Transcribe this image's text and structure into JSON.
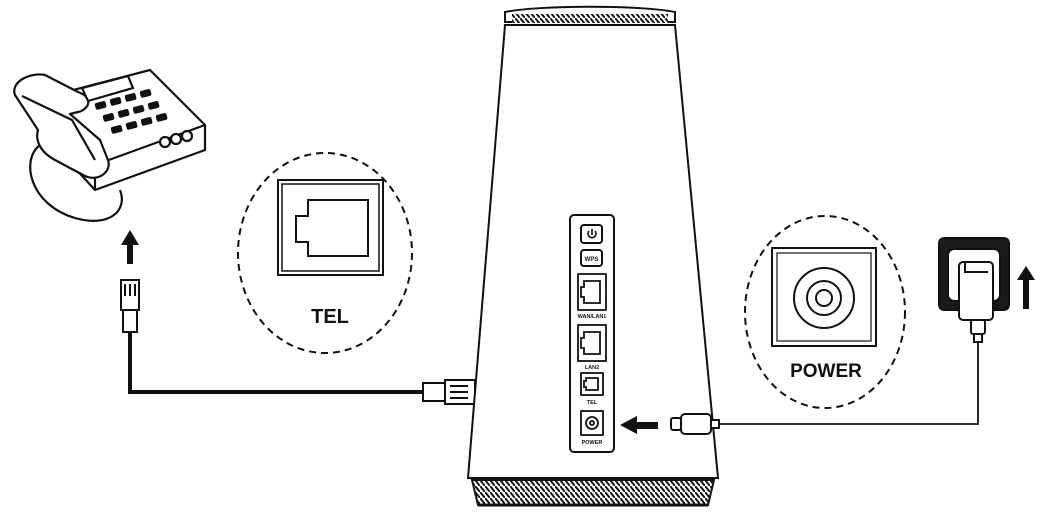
{
  "callouts": {
    "tel_label": "TEL",
    "power_label": "POWER"
  },
  "router_panel": {
    "power_button_icon": "power-icon",
    "wps_label": "WPS",
    "wan_lan1_label": "WAN/LAN1",
    "lan2_label": "LAN2",
    "tel_port_label": "TEL",
    "power_port_label": "POWER"
  },
  "icons": {
    "telephone": "desk-telephone-icon",
    "rj11_plug": "rj11-plug-icon",
    "dc_plug": "dc-plug-icon",
    "power_adapter": "power-adapter-icon",
    "wall_socket": "wall-socket-icon"
  },
  "colors": {
    "line": "#111111",
    "background": "#ffffff",
    "fill_dark": "#1a1a1a"
  }
}
